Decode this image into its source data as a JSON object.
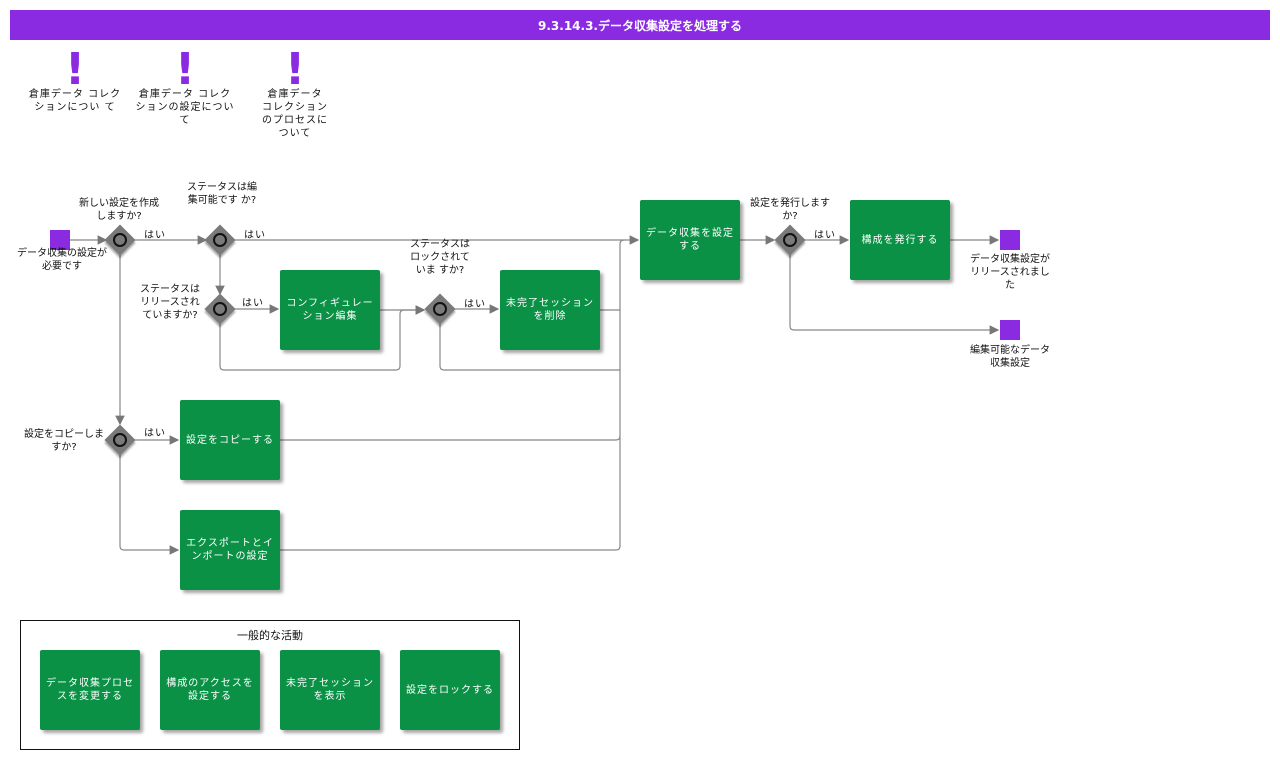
{
  "title": "9.3.14.3.データ収集設定を処理する",
  "info_links": [
    {
      "text": "倉庫データ コレクションについ て"
    },
    {
      "text": "倉庫データ コレクションの設定につい て"
    },
    {
      "text": "倉庫データ コレクションのプロセスについて"
    }
  ],
  "start_event": "データ収集の設定が必要です",
  "gateways": {
    "new_setting": "新しい設定を作成しますか?",
    "status_editable": "ステータスは編集可能です か?",
    "status_released": "ステータスはリリースされていますか?",
    "status_locked": "ステータスはロックされていま すか?",
    "copy_setting": "設定をコピーしますか?",
    "publish_setting": "設定を発行しますか?"
  },
  "yes_label": "はい",
  "tasks": {
    "config_edit": "コンフィギュレーション編集",
    "delete_sessions": "未完了セッションを削除",
    "copy_setting": "設定をコピーする",
    "export_import": "エクスポートとインポートの設定",
    "configure_collection": "データ収集を設定する",
    "publish_config": "構成を発行する"
  },
  "end_events": {
    "released": "データ収集設定がリリースされました",
    "editable": "編集可能なデータ収集設定"
  },
  "legend": {
    "title": "一般的な活動",
    "items": [
      "データ収集プロセスを変更する",
      "構成のアクセスを設定する",
      "未完了セッションを表示",
      "設定をロックする"
    ]
  },
  "colors": {
    "accent": "#8a2be2",
    "task": "#0a9146",
    "gateway": "#7a7a7a"
  }
}
